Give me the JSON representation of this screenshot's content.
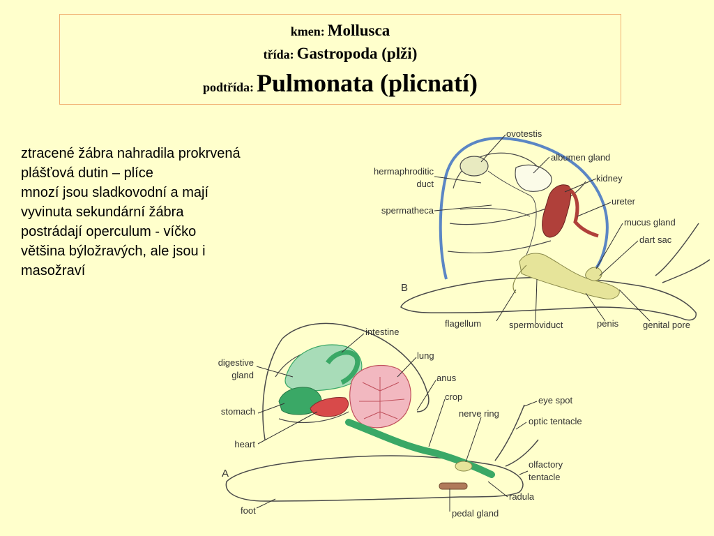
{
  "title": {
    "line1_label": "kmen:",
    "line1_value": "Mollusca",
    "line2_label": "třída:",
    "line2_value": "Gastropoda (plži)",
    "line3_label": "podtřída:",
    "line3_value": "Pulmonata (plicnatí)"
  },
  "body_lines": [
    "ztracené žábra nahradila prokrvená",
    "plášťová dutin – plíce",
    "mnozí jsou sladkovodní a mají",
    "vyvinuta sekundární žábra",
    "postrádají operculum - víčko",
    "většina býložravých, ale jsou i",
    "masožraví"
  ],
  "diagram_b": {
    "letter": "B",
    "labels": {
      "ovotestis": "ovotestis",
      "albumen_gland": "albumen gland",
      "hermaphroditic_duct_1": "hermaphroditic",
      "hermaphroditic_duct_2": "duct",
      "kidney": "kidney",
      "ureter": "ureter",
      "spermatheca": "spermatheca",
      "mucus_gland": "mucus gland",
      "dart_sac": "dart sac",
      "flagellum": "flagellum",
      "spermoviduct": "spermoviduct",
      "penis": "penis",
      "genital_pore": "genital pore"
    }
  },
  "diagram_a": {
    "letter": "A",
    "labels": {
      "intestine": "intestine",
      "lung": "lung",
      "digestive_gland_1": "digestive",
      "digestive_gland_2": "gland",
      "anus": "anus",
      "crop": "crop",
      "stomach": "stomach",
      "nerve_ring": "nerve ring",
      "eye_spot": "eye spot",
      "optic_tentacle": "optic tentacle",
      "heart": "heart",
      "olfactory_tentacle_1": "olfactory",
      "olfactory_tentacle_2": "tentacle",
      "radula": "radula",
      "foot": "foot",
      "pedal_gland": "pedal gland"
    }
  },
  "colors": {
    "background": "#ffffcc",
    "shell_outline": "#5b86c4",
    "kidney": "#b0403a",
    "reproductive": "#e6e49a",
    "digestive": "#3aa866",
    "lung": "#e58c98",
    "heart": "#d84a4a"
  }
}
